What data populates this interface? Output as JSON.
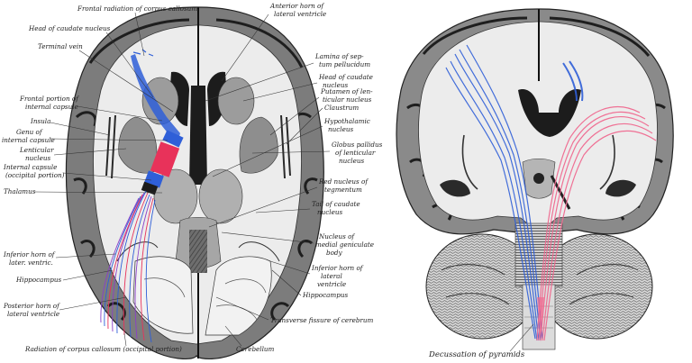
{
  "figures": {
    "left": {
      "labels_left": [
        "Frontal radiation of corpus callosum",
        "Head of caudate nucleus",
        "Terminal vein",
        "Frontal portion of",
        "internal capsule",
        "Insula",
        "Genu of",
        "internal capsule",
        "Lenticular",
        "nucleus",
        "Internal capsule",
        "(occipital portion)",
        "Thalamus",
        "Inferior horn of",
        "later. ventric.",
        "Hippocampus",
        "Posterior horn of",
        "lateral ventricle",
        "Radiation of corpus callosum (occipital portion)"
      ],
      "labels_right": [
        "Anterior horn of",
        "lateral ventricle",
        "Lamina of sep-",
        "tum pellucidum",
        "Head of caudate",
        "nucleus",
        "Putamen of len-",
        "ticular nucleus",
        "Claustrum",
        "Hypothalamic",
        "nucleus",
        "Globus pallidus",
        "of lenticular",
        "nucleus",
        "Red nucleus of",
        "tegmentum",
        "Tail of caudate",
        "nucleus",
        "Nucleus of",
        "medial geniculate",
        "body",
        "Inferior horn of",
        "lateral",
        "ventricle",
        "Hippocampus",
        "Transverse fissure of cerebrum",
        "Cerebellum"
      ]
    },
    "right": {
      "caption": "Decussation of pyramids"
    }
  },
  "colors": {
    "motor_tract_blue": "#2f5fd8",
    "motor_tract_red": "#e8325a",
    "pyramid_pink": "#f06a90",
    "tissue_grey": "#8a8a8a",
    "gyri_dark": "#2b2b2b"
  }
}
